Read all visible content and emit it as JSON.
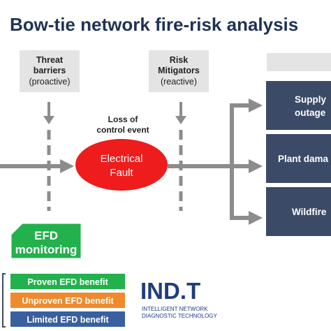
{
  "title": "Bow-tie network fire-risk analysis",
  "threat_barriers": {
    "line1": "Threat",
    "line2": "barriers",
    "line3": "(proactive)"
  },
  "risk_mitigators": {
    "line1": "Risk",
    "line2": "Mitigators",
    "line3": "(reactive)"
  },
  "event_label": {
    "line1": "Loss of",
    "line2": "control event"
  },
  "fault": {
    "line1": "Electrical",
    "line2": "Fault"
  },
  "consequences": [
    {
      "line1": "Supply",
      "line2": "outage"
    },
    {
      "line1": "Plant dama",
      "line2": ""
    },
    {
      "line1": "Wildfire",
      "line2": ""
    }
  ],
  "efd_box": {
    "line1": "EFD",
    "line2": "monitoring"
  },
  "legend": [
    {
      "label": "Proven EFD benefit",
      "color": "#22b14c"
    },
    {
      "label": "Unproven EFD benefit",
      "color": "#f08a2c"
    },
    {
      "label": "Limited EFD benefit",
      "color": "#3a5f9e"
    }
  ],
  "logo": {
    "name": "IND.T",
    "tagline1": "INTELLIGENT NETWORK",
    "tagline2": "DIAGNOSTIC TECHNOLOGY"
  },
  "colors": {
    "arrow_gray": "#8c8c8c",
    "header_box": "#e4e4e4",
    "fault_red": "#ee1c1c",
    "consequence_box": "#3b4a66",
    "efd_green": "#22b14c",
    "title_navy": "#1f3355",
    "logo_blue": "#1f3d7a"
  }
}
